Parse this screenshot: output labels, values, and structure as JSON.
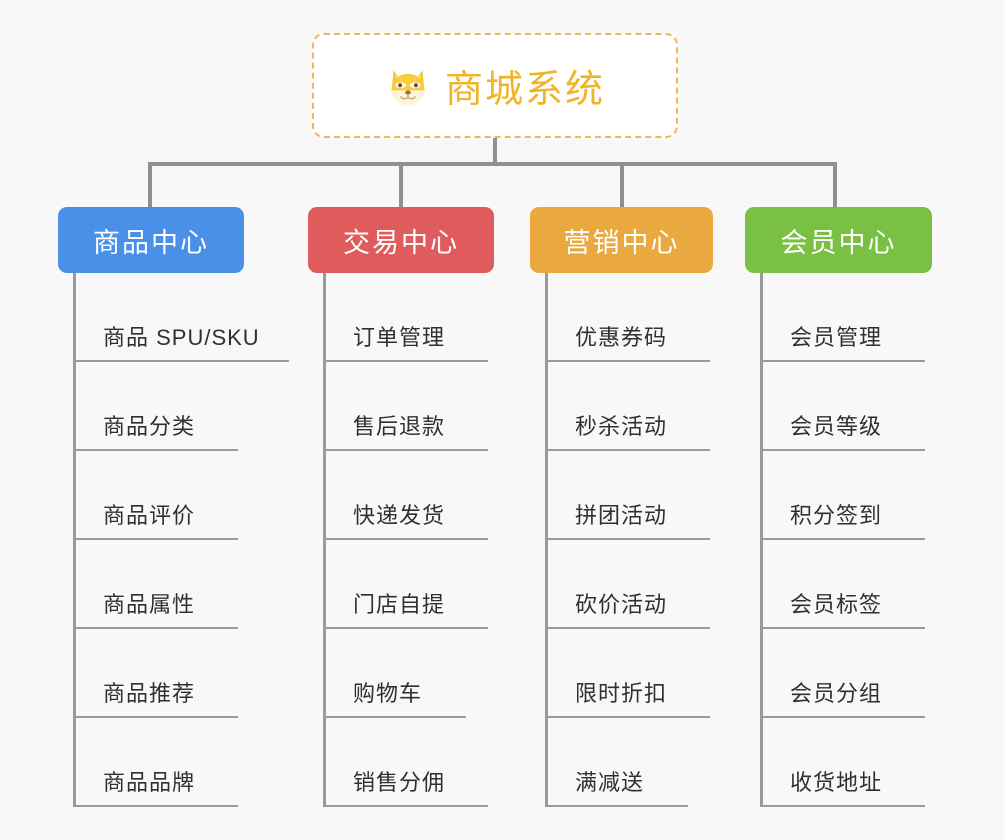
{
  "background_color": "#f8f8f8",
  "root": {
    "icon": "dog-face-emoji",
    "icon_glyph": "🐶",
    "title": "商城系统",
    "title_color": "#f0b429",
    "border_color": "#efb757",
    "fill_color": "#ffffff"
  },
  "connector_color": "#909090",
  "columns": [
    {
      "id": "product-center",
      "label": "商品中心",
      "color": "#4a90e8",
      "items": [
        "商品 SPU/SKU",
        "商品分类",
        "商品评价",
        "商品属性",
        "商品推荐",
        "商品品牌"
      ]
    },
    {
      "id": "trade-center",
      "label": "交易中心",
      "color": "#e05c5c",
      "items": [
        "订单管理",
        "售后退款",
        "快递发货",
        "门店自提",
        "购物车",
        "销售分佣"
      ]
    },
    {
      "id": "marketing-center",
      "label": "营销中心",
      "color": "#eaa93f",
      "items": [
        "优惠券码",
        "秒杀活动",
        "拼团活动",
        "砍价活动",
        "限时折扣",
        "满减送"
      ]
    },
    {
      "id": "member-center",
      "label": "会员中心",
      "color": "#7ac143",
      "items": [
        "会员管理",
        "会员等级",
        "积分签到",
        "会员标签",
        "会员分组",
        "收货地址"
      ]
    }
  ]
}
